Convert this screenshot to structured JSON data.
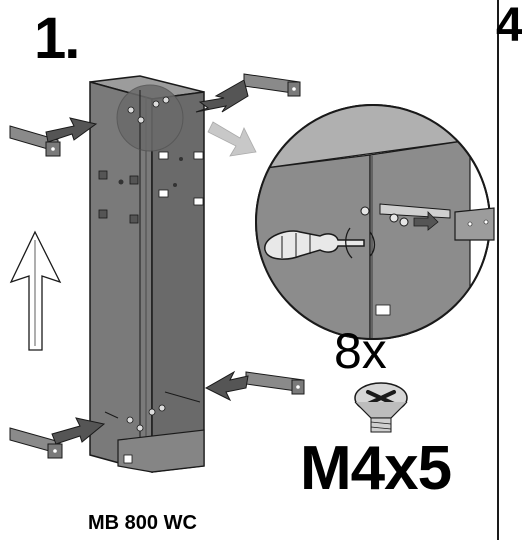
{
  "step": {
    "number": "1."
  },
  "next_step": {
    "number": "4"
  },
  "screws": {
    "quantity": "8x",
    "size": "M4x5"
  },
  "product": {
    "model": "MB 800 WC"
  },
  "colors": {
    "box_face": "#7d7d7d",
    "box_dark": "#5e5e5e",
    "box_top": "#9a9a9a",
    "bracket": "#8a8a8a",
    "zoom_circle": "#666666",
    "outline": "#1a1a1a"
  },
  "icons": [
    "arrow-up-outline-icon",
    "screwdriver-icon",
    "countersunk-screw-icon"
  ]
}
